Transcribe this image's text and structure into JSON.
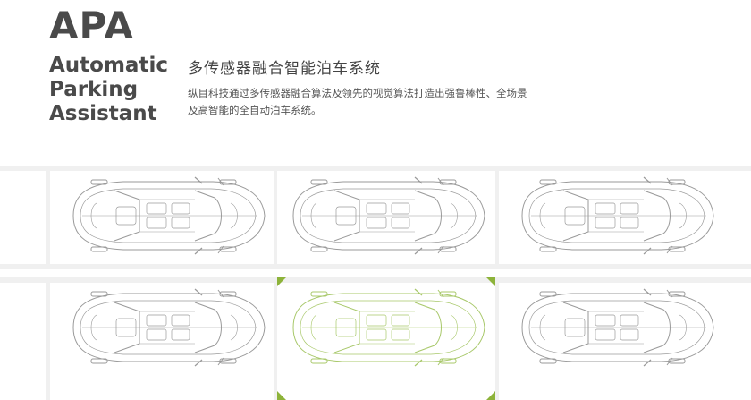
{
  "header": {
    "acronym": "APA",
    "full_name_lines": [
      "Automatic",
      "Parking",
      "Assistant"
    ],
    "subtitle": "多传感器融合智能泊车系统",
    "description": "纵目科技通过多传感器融合算法及领先的视觉算法打造出强鲁棒性、全场景及高智能的全自动泊车系统。"
  },
  "colors": {
    "heading": "#4a4a4a",
    "car_outline": "#9a9a9a",
    "highlight_car": "#a8c86a",
    "highlight_marker": "#8db33a",
    "lot_background": "#f0f0f0"
  },
  "parking_rows": [
    {
      "row": "top",
      "slots": [
        "car",
        "car",
        "car"
      ]
    },
    {
      "row": "bottom",
      "slots": [
        "car",
        "highlighted-car",
        "car"
      ]
    }
  ]
}
